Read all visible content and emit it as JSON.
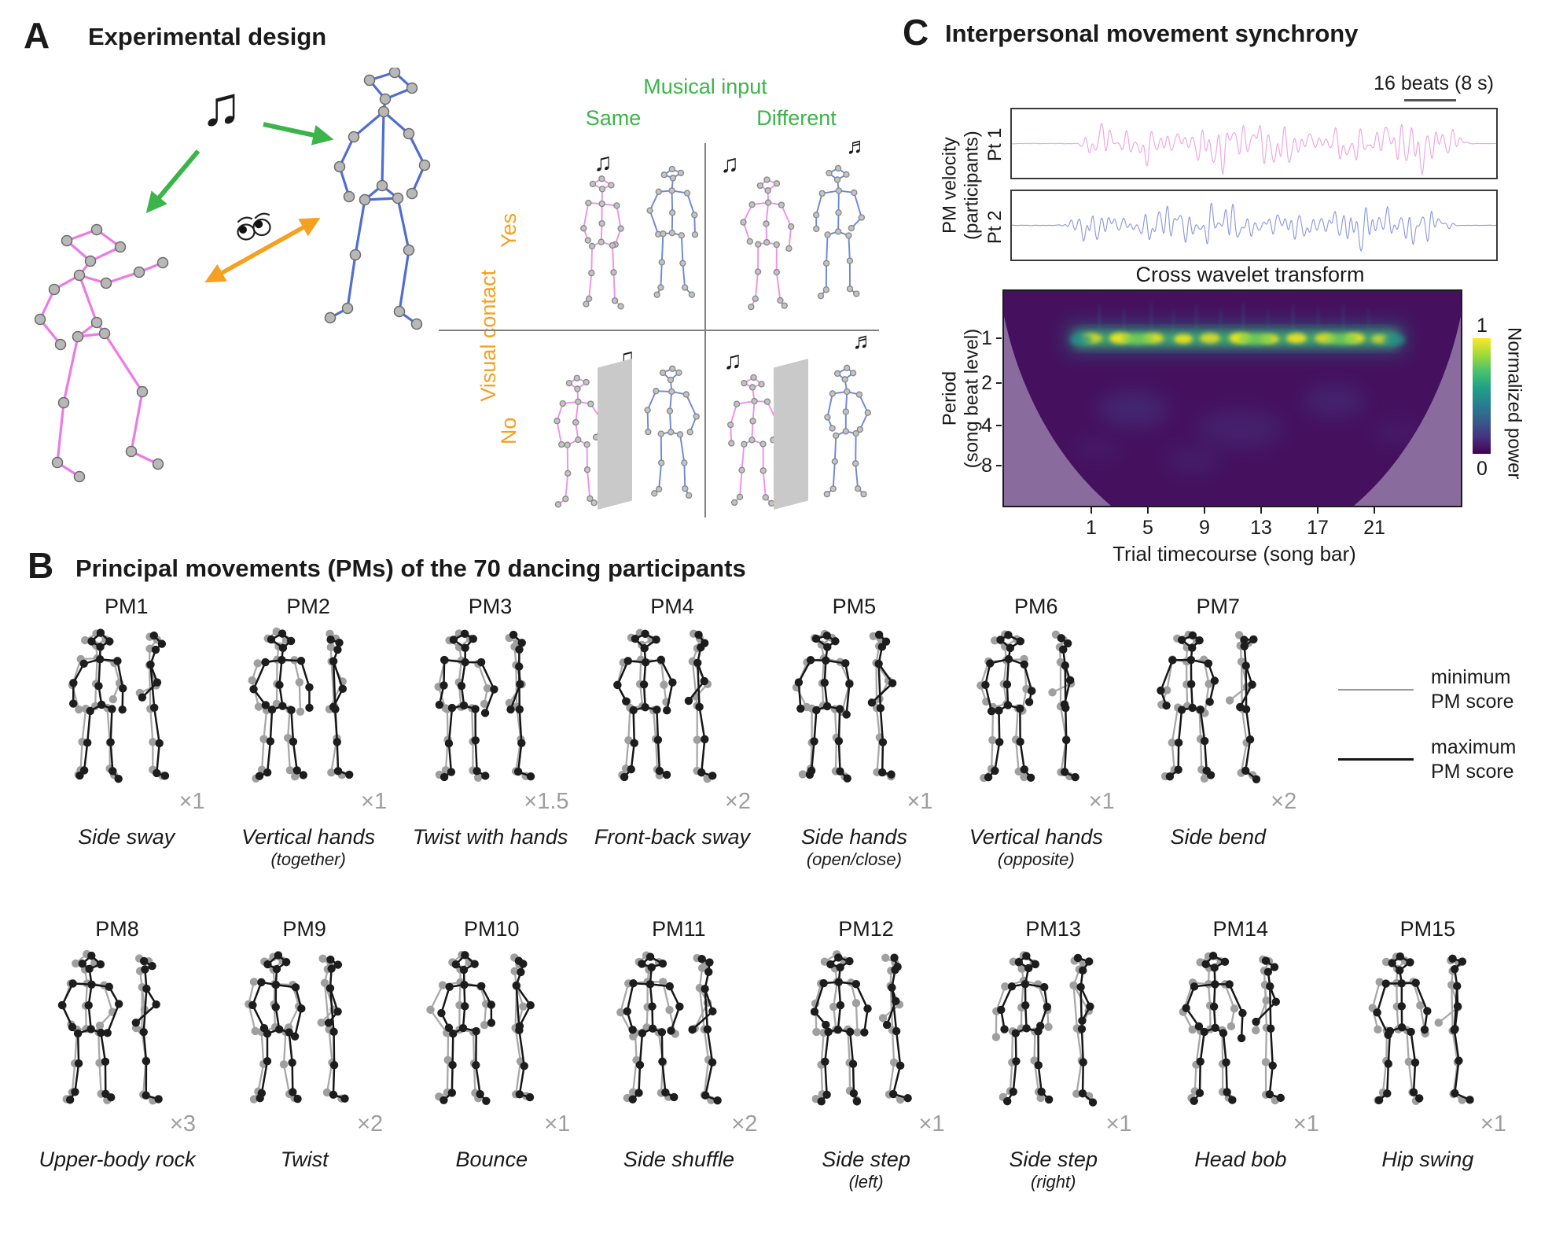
{
  "figure": {
    "panelA": {
      "letter": "A",
      "title": "Experimental design",
      "note_same": "♫",
      "note_different": "♬",
      "grid": {
        "col_header": "Musical input",
        "col_left": "Same",
        "col_right": "Different",
        "row_header": "Visual contact",
        "row_top": "Yes",
        "row_bottom": "No"
      }
    },
    "panelB": {
      "letter": "B",
      "title": "Principal movements (PMs) of the 70 dancing participants",
      "legend": {
        "min_label": "minimum PM score",
        "max_label": "maximum PM score"
      },
      "pms": [
        {
          "id": "PM1",
          "label": "Side sway",
          "sub": "",
          "multiplier": "×1"
        },
        {
          "id": "PM2",
          "label": "Vertical hands",
          "sub": "(together)",
          "multiplier": "×1"
        },
        {
          "id": "PM3",
          "label": "Twist with hands",
          "sub": "",
          "multiplier": "×1.5"
        },
        {
          "id": "PM4",
          "label": "Front-back sway",
          "sub": "",
          "multiplier": "×2"
        },
        {
          "id": "PM5",
          "label": "Side hands",
          "sub": "(open/close)",
          "multiplier": "×1"
        },
        {
          "id": "PM6",
          "label": "Vertical hands",
          "sub": "(opposite)",
          "multiplier": "×1"
        },
        {
          "id": "PM7",
          "label": "Side bend",
          "sub": "",
          "multiplier": "×2"
        },
        {
          "id": "PM8",
          "label": "Upper-body rock",
          "sub": "",
          "multiplier": "×3"
        },
        {
          "id": "PM9",
          "label": "Twist",
          "sub": "",
          "multiplier": "×2"
        },
        {
          "id": "PM10",
          "label": "Bounce",
          "sub": "",
          "multiplier": "×1"
        },
        {
          "id": "PM11",
          "label": "Side shuffle",
          "sub": "",
          "multiplier": "×2"
        },
        {
          "id": "PM12",
          "label": "Side step",
          "sub": "(left)",
          "multiplier": "×1"
        },
        {
          "id": "PM13",
          "label": "Side step",
          "sub": "(right)",
          "multiplier": "×1"
        },
        {
          "id": "PM14",
          "label": "Head bob",
          "sub": "",
          "multiplier": "×1"
        },
        {
          "id": "PM15",
          "label": "Hip swing",
          "sub": "",
          "multiplier": "×1"
        }
      ]
    },
    "panelC": {
      "letter": "C",
      "title": "Interpersonal movement synchrony",
      "scalebar_label": "16 beats (8 s)",
      "velocity": {
        "ylabel_line1": "PM velocity",
        "ylabel_line2": "(participants)",
        "trace1_label": "Pt 1",
        "trace2_label": "Pt 2"
      },
      "wavelet": {
        "title": "Cross wavelet transform",
        "ylabel_line1": "Period",
        "ylabel_line2": "(song beat level)",
        "yticks": [
          "1",
          "2",
          "4",
          "8"
        ],
        "xticks": [
          "1",
          "5",
          "9",
          "13",
          "17",
          "21"
        ],
        "xlabel": "Trial timecourse (song bar)",
        "colorbar_top": "1",
        "colorbar_bottom": "0",
        "colorbar_label": "Normalized power"
      }
    },
    "colors": {
      "musical_green": "#3bb54a",
      "visual_orange": "#f5a01f",
      "dancer_pink": "#ec7ae6",
      "dancer_blue": "#4f6ed0",
      "trace1_pink": "#eda6e3",
      "trace2_blue": "#8f9ade",
      "multiplier_gray": "#9e9e9e",
      "min_gray": "#9a9a9a",
      "max_black": "#161616",
      "wavelet_bg": "#45115f",
      "cone_purple": "#8a6b9e",
      "viridis": [
        "#fde725",
        "#a0da39",
        "#4ac16d",
        "#1fa187",
        "#277f8e",
        "#365c8d",
        "#46327e",
        "#440154"
      ]
    }
  }
}
